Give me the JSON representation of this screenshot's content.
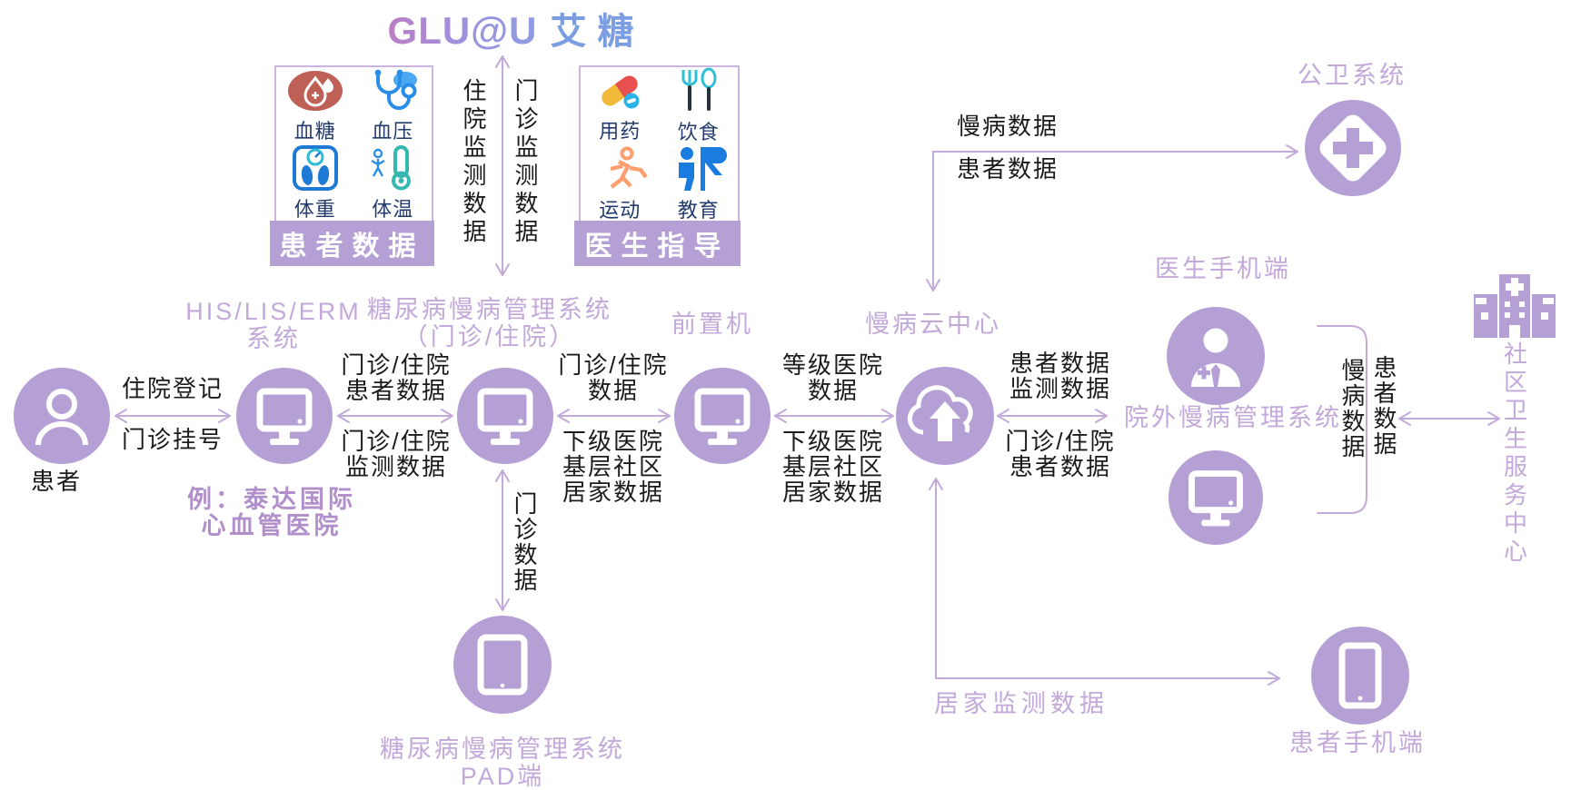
{
  "logo": {
    "en": "GLU@U",
    "cn": "艾糖"
  },
  "monitor_arrows": {
    "left": "住院监测数据",
    "right": "门诊监测数据"
  },
  "patient_box": {
    "title": "患者数据",
    "items": [
      {
        "label": "血糖",
        "icon": "blood-glucose-icon"
      },
      {
        "label": "血压",
        "icon": "blood-pressure-icon"
      },
      {
        "label": "体重",
        "icon": "body-weight-icon"
      },
      {
        "label": "体温",
        "icon": "body-temperature-icon"
      }
    ]
  },
  "doctor_box": {
    "title": "医生指导",
    "items": [
      {
        "label": "用药",
        "icon": "medication-icon"
      },
      {
        "label": "饮食",
        "icon": "diet-icon"
      },
      {
        "label": "运动",
        "icon": "exercise-icon"
      },
      {
        "label": "教育",
        "icon": "education-icon"
      }
    ]
  },
  "nodes": {
    "patient": {
      "label": "患者"
    },
    "his": {
      "line1": "HIS/LIS/ERM",
      "line2": "系统",
      "note_line1": "例：泰达国际",
      "note_line2": "心血管医院"
    },
    "dm": {
      "line1": "糖尿病慢病管理系统",
      "line2": "（门诊/住院）"
    },
    "front": {
      "label": "前置机"
    },
    "cloud": {
      "label": "慢病云中心"
    },
    "doctor_phone": {
      "label": "医生手机端"
    },
    "outside": {
      "label": "院外慢病管理系统"
    },
    "public_health": {
      "label": "公卫系统"
    },
    "community": {
      "label": "社区卫生服务中心"
    },
    "pad": {
      "line1": "糖尿病慢病管理系统",
      "line2": "PAD端"
    },
    "patient_phone": {
      "label": "患者手机端"
    }
  },
  "edges": {
    "patient_his": {
      "top": "住院登记",
      "bottom": "门诊挂号"
    },
    "his_dm": {
      "top1": "门诊/住院",
      "top2": "患者数据",
      "bottom1": "门诊/住院",
      "bottom2": "监测数据"
    },
    "dm_front": {
      "top1": "门诊/住院",
      "top2": "数据",
      "bottom1": "下级医院",
      "bottom2": "基层社区",
      "bottom3": "居家数据"
    },
    "front_cloud": {
      "top1": "等级医院",
      "top2": "数据",
      "bottom1": "下级医院",
      "bottom2": "基层社区",
      "bottom3": "居家数据"
    },
    "cloud_outside": {
      "top1": "患者数据",
      "top2": "监测数据",
      "bottom1": "门诊/住院",
      "bottom2": "患者数据"
    },
    "cloud_public": {
      "top": "慢病数据",
      "bottom": "患者数据"
    },
    "outside_community": {
      "left": "慢病数据",
      "right": "患者数据"
    },
    "cloud_phone": {
      "label": "居家监测数据"
    },
    "dm_pad": {
      "label": "门诊数据"
    }
  },
  "colors": {
    "node_purple": "#b5a0d5",
    "header_purple": "#c3a9da",
    "arrow_purple": "#c3abd9",
    "bold_purple": "#b18fcb",
    "label_black": "#1b1b1b",
    "icon_label_navy": "#233a6d",
    "logo_blue": "#7b9ee3",
    "glucose_red": "#bf6057",
    "icon_blue": "#2a8ee8",
    "icon_teal": "#35b8b0",
    "icon_orange": "#ff9e6e",
    "icon_yellow": "#f0b93a"
  }
}
